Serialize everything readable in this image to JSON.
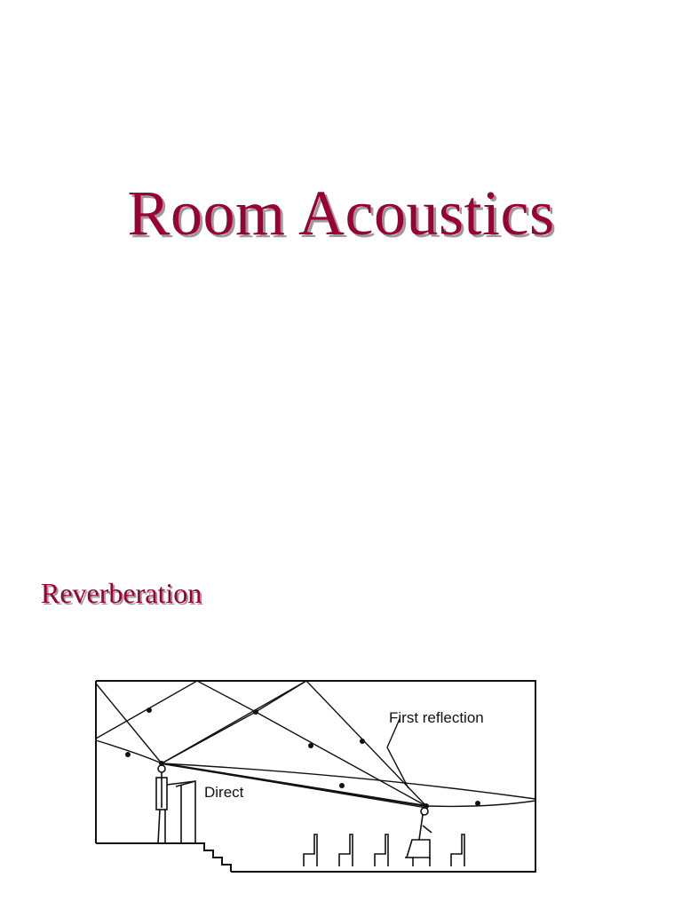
{
  "slide": {
    "title": "Room Acoustics",
    "subtitle": "Reverberation"
  },
  "diagram": {
    "labels": {
      "first_reflection": "First reflection",
      "direct": "Direct"
    }
  },
  "colors": {
    "title": "#990033",
    "shadow": "#9a9a9a"
  }
}
